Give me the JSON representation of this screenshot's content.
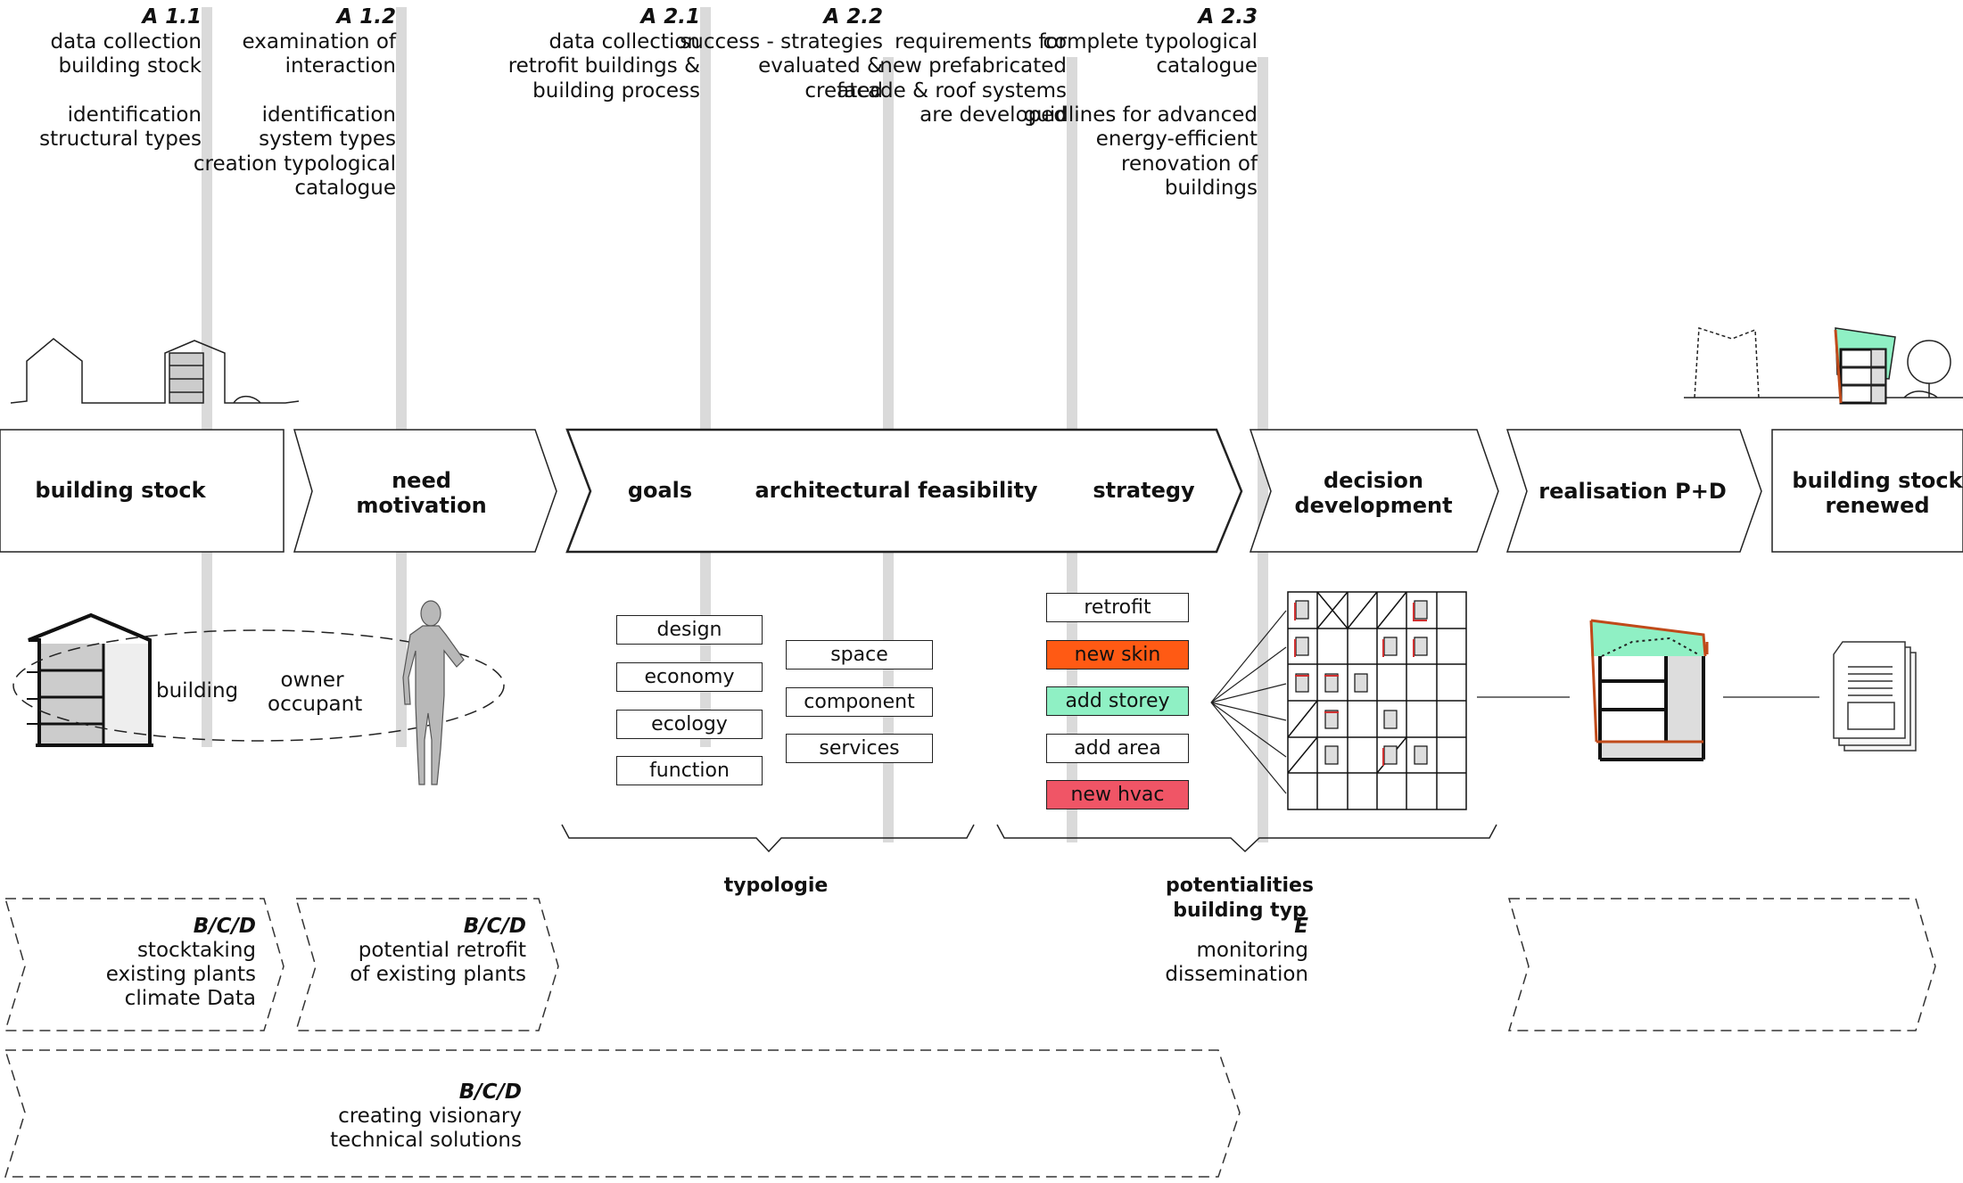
{
  "phases": [
    {
      "code": "A 1.1",
      "lines": [
        "data collection",
        "building stock"
      ],
      "lines2": [
        "identification",
        "structural types"
      ]
    },
    {
      "code": "A 1.2",
      "lines": [
        "examination of",
        "interaction"
      ],
      "lines2": [
        "identification",
        "system types",
        "creation typological",
        "catalogue"
      ]
    },
    {
      "code": "A 2.1",
      "lines": [
        "data collection",
        "retrofit buildings &",
        "building process"
      ],
      "lines2": []
    },
    {
      "code": "A 2.2",
      "lines": [
        "success - strategies",
        "evaluated &",
        "created"
      ],
      "lines2": []
    },
    {
      "code": "",
      "lines": [
        "requirements for",
        "new prefabricated",
        "facade & roof systems",
        "are developed"
      ],
      "lines2": []
    },
    {
      "code": "A 2.3",
      "lines": [
        "complete typological",
        "catalogue"
      ],
      "lines2": [
        "guidlines for advanced",
        "energy-efficient",
        "renovation of",
        "buildings"
      ]
    }
  ],
  "process": {
    "building_stock": "building stock",
    "need": [
      "need",
      "motivation"
    ],
    "goals": "goals",
    "feasibility": "architectural feasibility",
    "strategy": "strategy",
    "decision": [
      "decision",
      "development"
    ],
    "realisation": "realisation P+D",
    "renewed": [
      "building stock",
      "renewed"
    ]
  },
  "middle": {
    "building": "building",
    "owner": [
      "owner",
      "occupant"
    ],
    "typology_left": [
      "design",
      "economy",
      "ecology",
      "function"
    ],
    "typology_right": [
      "space",
      "component",
      "services"
    ],
    "typology_label": "typologie",
    "options": [
      {
        "label": "retrofit",
        "color": "#ffffff"
      },
      {
        "label": "new skin",
        "color": "#ff5a14"
      },
      {
        "label": "add storey",
        "color": "#8ff0c4"
      },
      {
        "label": "add area",
        "color": "#ffffff"
      },
      {
        "label": "new hvac",
        "color": "#f05566"
      }
    ],
    "potentialities_label": [
      "potentialities",
      "building typ"
    ]
  },
  "work_packages": [
    {
      "code": "B/C/D",
      "lines": [
        "stocktaking",
        "existing plants",
        "climate Data"
      ]
    },
    {
      "code": "B/C/D",
      "lines": [
        "potential retrofit",
        "of existing plants"
      ]
    },
    {
      "code": "E",
      "lines": [
        "monitoring",
        "dissemination"
      ]
    },
    {
      "code": "B/C/D",
      "lines": [
        "creating visionary",
        "technical solutions"
      ]
    }
  ],
  "colors": {
    "divider": "#dadada",
    "green": "#8ff0c4",
    "orange": "#c04a1a",
    "red": "#d03030"
  }
}
